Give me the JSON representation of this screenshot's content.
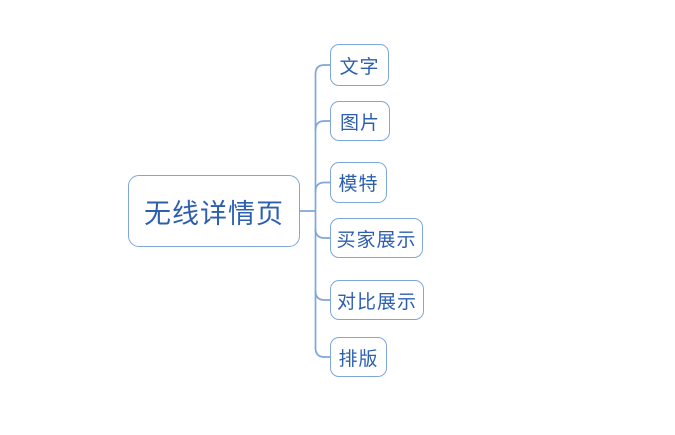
{
  "diagram": {
    "type": "mindmap",
    "root": {
      "label": "无线详情页"
    },
    "children": [
      {
        "label": "文字"
      },
      {
        "label": "图片"
      },
      {
        "label": "模特"
      },
      {
        "label": "买家展示"
      },
      {
        "label": "对比展示"
      },
      {
        "label": "排版"
      }
    ],
    "colors": {
      "background": "#ffffff",
      "node_fill": "#ffffff",
      "node_border": "#7fa7d9",
      "connector": "#7fa7d9",
      "text": "#2d5fb0"
    }
  }
}
